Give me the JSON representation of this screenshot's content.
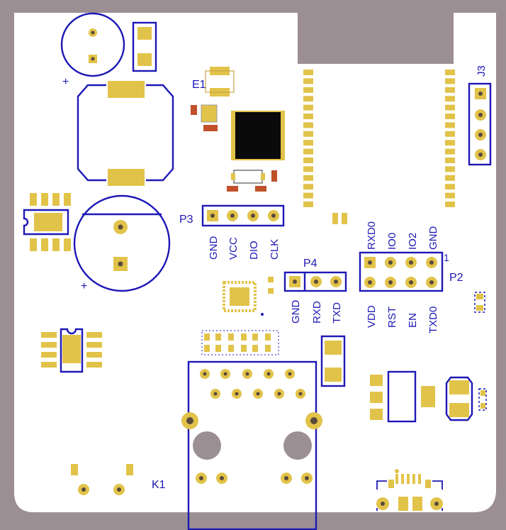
{
  "components": {
    "E1": "E1",
    "J3": "J3",
    "K1": "K1",
    "P2": "P2",
    "P3": "P3",
    "P4": "P4",
    "pin1": "1",
    "plus_top": "+",
    "plus_bottom": "+"
  },
  "p3_pins": [
    "GND",
    "VCC",
    "DIO",
    "CLK"
  ],
  "p4_pins": [
    "GND",
    "RXD",
    "TXD"
  ],
  "p2_top_pins": [
    "RXD0",
    "IO0",
    "IO2",
    "GND"
  ],
  "p2_bottom_pins": [
    "VDD",
    "RST",
    "EN",
    "TXD0"
  ],
  "colors": {
    "board": "#ffffff",
    "background": "#9c8f94",
    "silkscreen": "#1d18b5",
    "copper": "#e2c34a"
  }
}
